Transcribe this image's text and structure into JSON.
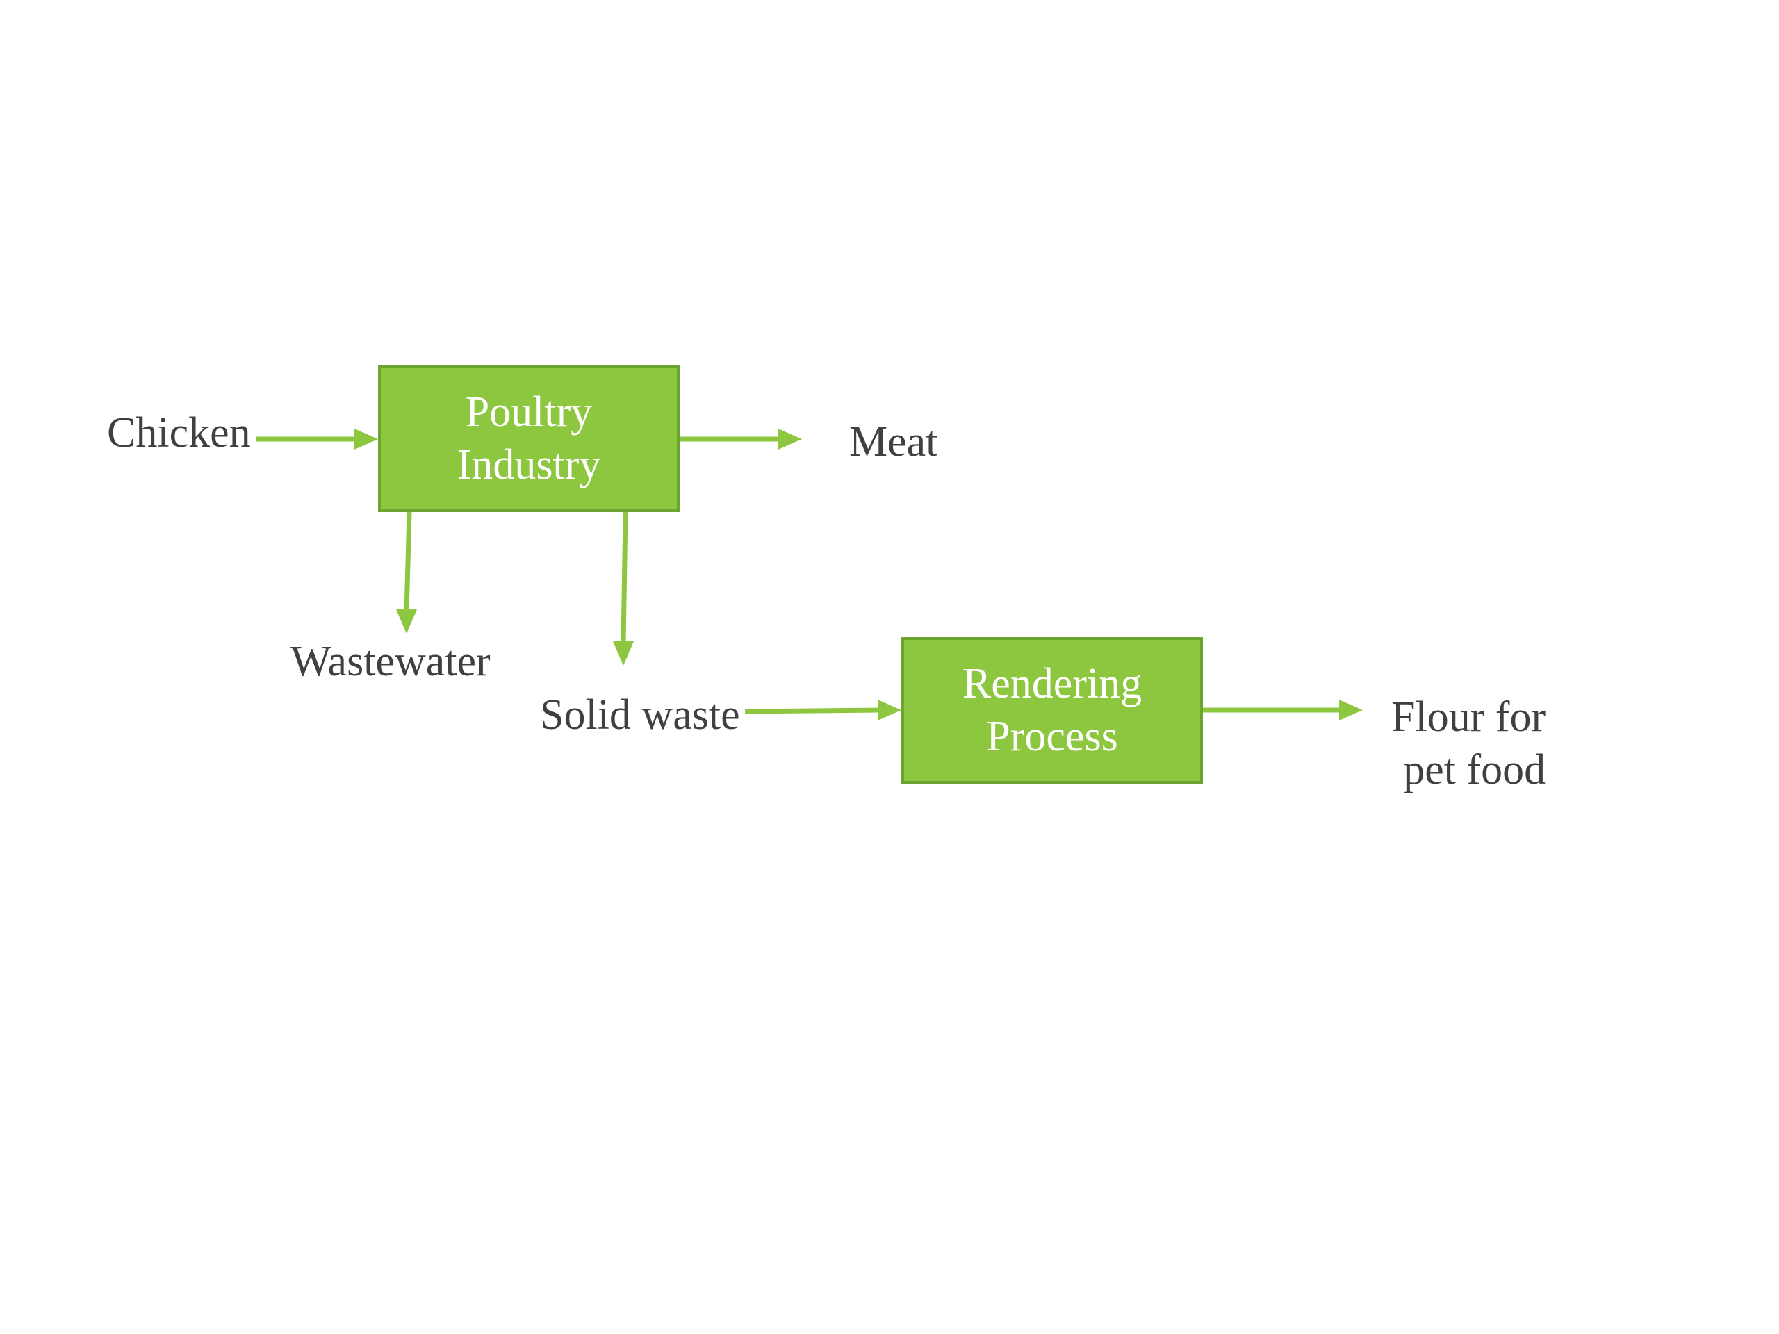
{
  "colors": {
    "box_fill": "#8dc63f",
    "box_border": "#6aa530",
    "arrow": "#8dc63f",
    "box_text": "#ffffff",
    "label_text": "#404040"
  },
  "boxes": {
    "poultry": {
      "line1": "Poultry",
      "line2": "Industry"
    },
    "rendering": {
      "line1": "Rendering",
      "line2": "Process"
    }
  },
  "labels": {
    "chicken": "Chicken",
    "meat": "Meat",
    "wastewater": "Wastewater",
    "solid_waste": "Solid waste",
    "flour_line1": "Flour for",
    "flour_line2": "pet food"
  }
}
